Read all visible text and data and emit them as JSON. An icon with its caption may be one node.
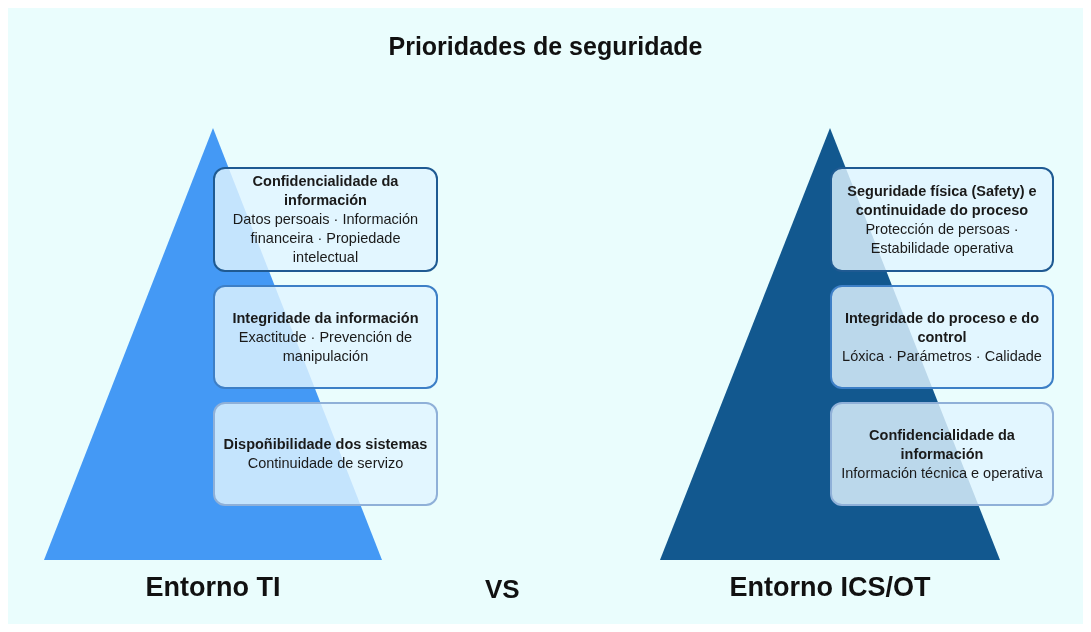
{
  "diagram": {
    "title": "Prioridades de seguridade",
    "nodes": [
      {
        "text": [
          "Entorno TI"
        ]
      },
      {
        "text": [
          "Confidencialidade da información",
          "Datos persoais · Información financeira · Propiedade intelectual"
        ]
      },
      {
        "text": [
          "Integridade da información",
          "Exactitude · Prevención de manipulación"
        ]
      },
      {
        "text": [
          "Dispoñibilidade dos sistemas",
          "Continuidade de servizo"
        ]
      },
      {
        "text": [
          "Entorno ICS/OT"
        ]
      },
      {
        "text": [
          "Seguridade física (Safety) e continuidade do proceso",
          "Protección de persoas · Estabilidade operativa"
        ]
      },
      {
        "text": [
          "Integridade do proceso e do control",
          "Lóxica · Parámetros · Calidade"
        ]
      },
      {
        "text": [
          "Confidencialidade da información",
          "Información técnica e operativa"
        ]
      }
    ],
    "edges": [],
    "labels": [
      "VS"
    ]
  }
}
